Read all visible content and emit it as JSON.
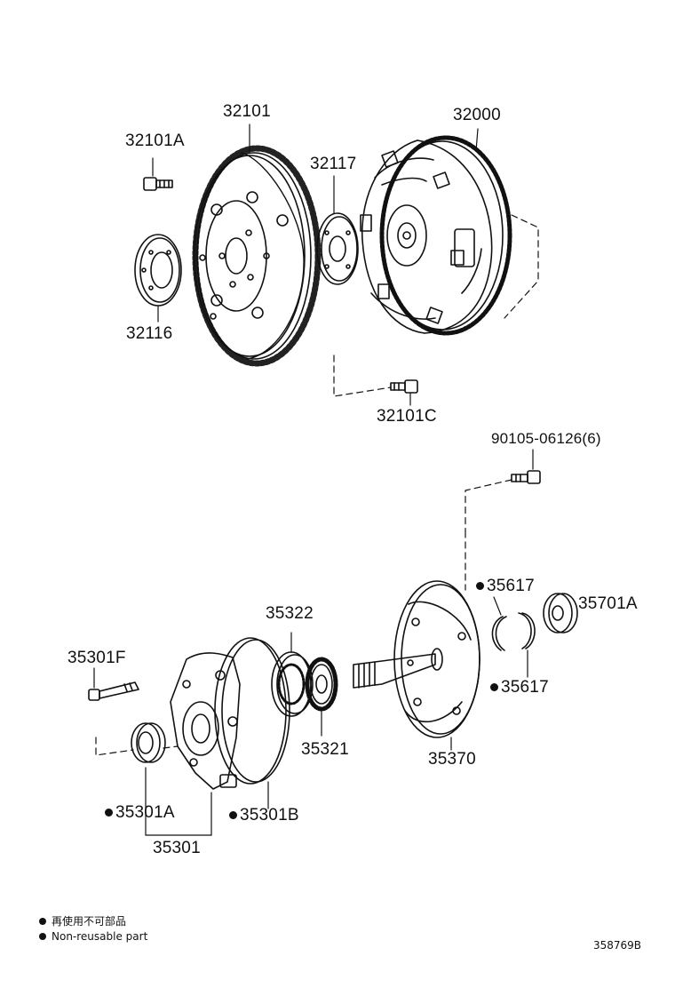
{
  "parts": {
    "p32101": "32101",
    "p32101A": "32101A",
    "p32117": "32117",
    "p32000": "32000",
    "p32116": "32116",
    "p32101C": "32101C",
    "p90105": "90105-06126(6)",
    "p35617_top": "35617",
    "p35701A": "35701A",
    "p35322": "35322",
    "p35301F": "35301F",
    "p35617_bottom": "35617",
    "p35321": "35321",
    "p35370": "35370",
    "p35301A": "35301A",
    "p35301B": "35301B",
    "p35301": "35301"
  },
  "legend": {
    "line_ja": "再使用不可部品",
    "line_en": "Non-reusable part"
  },
  "diagram_code": "358769B"
}
